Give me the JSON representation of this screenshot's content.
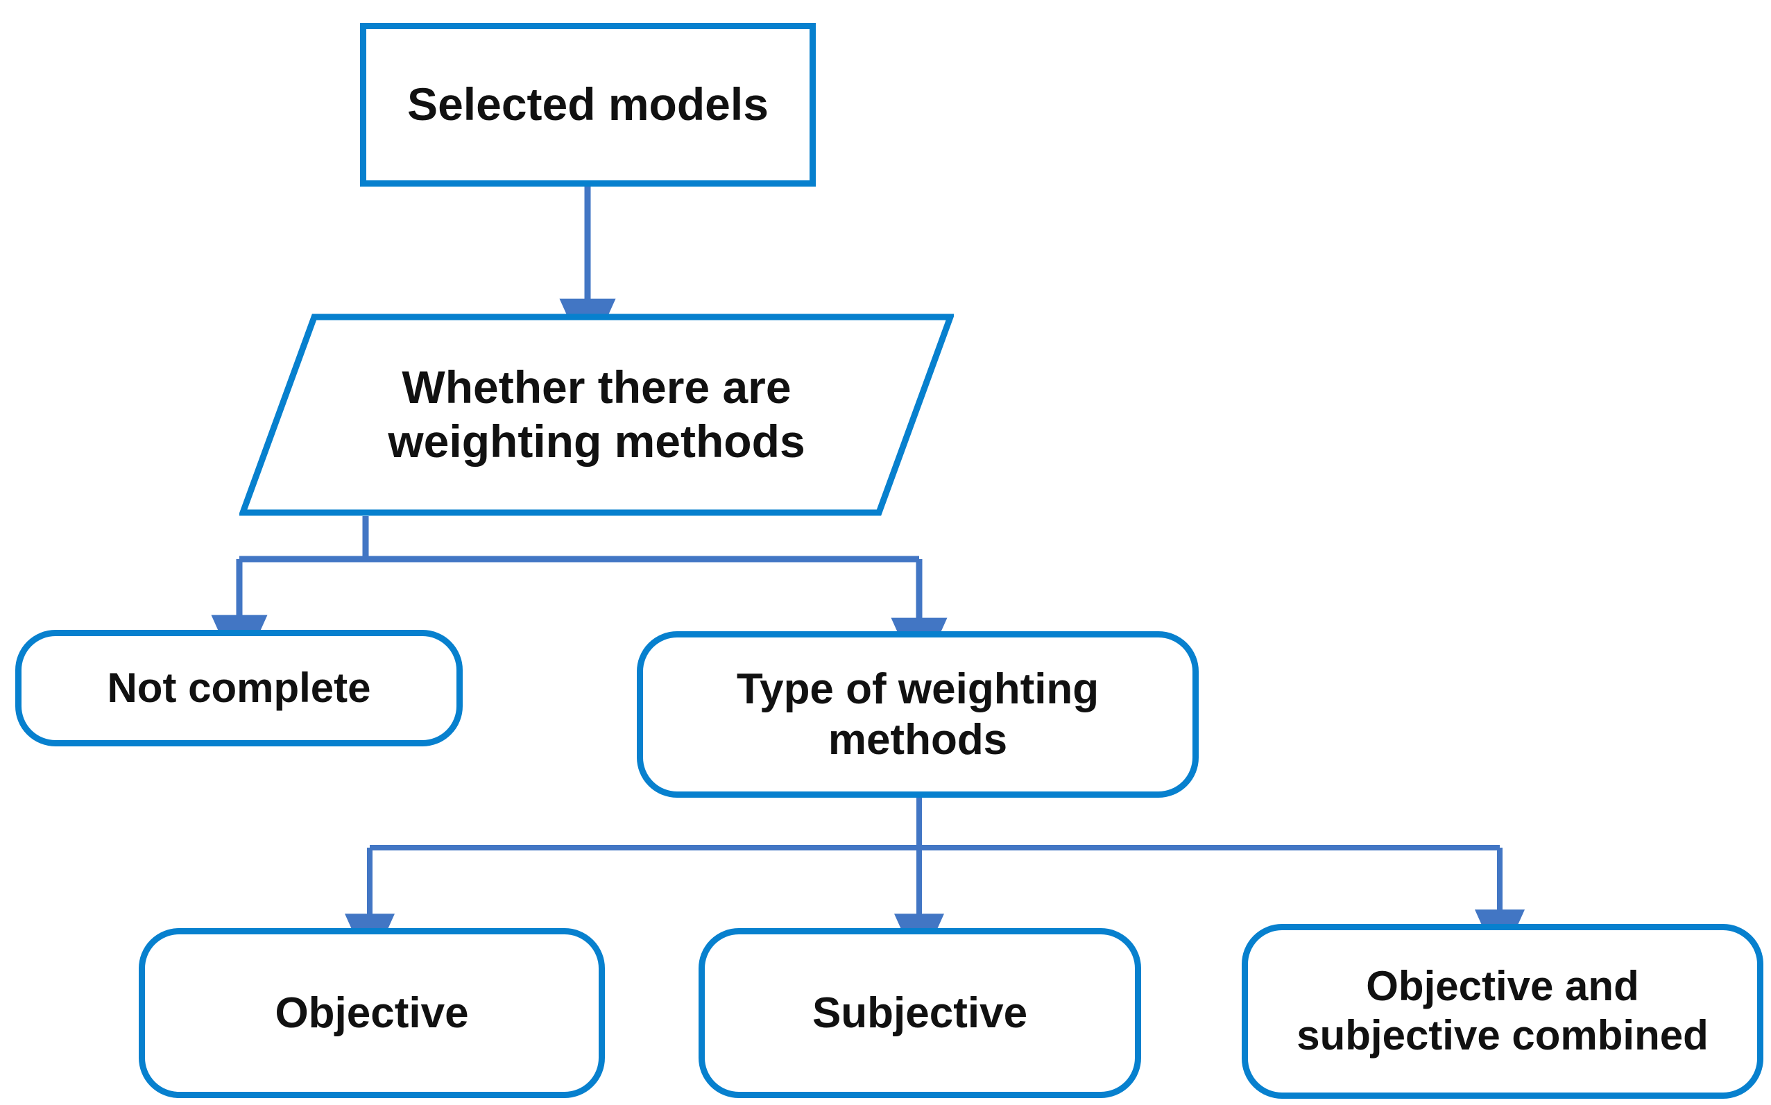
{
  "diagram": {
    "title": "Weighting methods classification flowchart",
    "colors": {
      "node_border": "#0780ce",
      "connector": "#4276c4",
      "node_fill": "#ffffff",
      "text": "#111111",
      "background": "#ffffff"
    },
    "nodes": [
      {
        "id": "selected-models",
        "label": "Selected models",
        "shape": "rectangle"
      },
      {
        "id": "whether-weighting",
        "label": "Whether there are\nweighting methods",
        "shape": "parallelogram"
      },
      {
        "id": "not-complete",
        "label": "Not complete",
        "shape": "stadium"
      },
      {
        "id": "type-of-weighting",
        "label": "Type of weighting\nmethods",
        "shape": "stadium"
      },
      {
        "id": "objective",
        "label": "Objective",
        "shape": "stadium"
      },
      {
        "id": "subjective",
        "label": "Subjective",
        "shape": "stadium"
      },
      {
        "id": "objective-subjective-combined",
        "label": "Objective and\nsubjective combined",
        "shape": "stadium"
      }
    ],
    "edges": [
      {
        "id": "edge-selected-to-whether",
        "from": "selected-models",
        "to": "whether-weighting",
        "style": "straight-arrow"
      },
      {
        "id": "edge-whether-to-not-complete",
        "from": "whether-weighting",
        "to": "not-complete",
        "style": "elbow-arrow"
      },
      {
        "id": "edge-whether-to-type",
        "from": "whether-weighting",
        "to": "type-of-weighting",
        "style": "elbow-arrow"
      },
      {
        "id": "edge-type-to-objective",
        "from": "type-of-weighting",
        "to": "objective",
        "style": "elbow-arrow"
      },
      {
        "id": "edge-type-to-subjective",
        "from": "type-of-weighting",
        "to": "subjective",
        "style": "straight-arrow"
      },
      {
        "id": "edge-type-to-combined",
        "from": "type-of-weighting",
        "to": "objective-subjective-combined",
        "style": "elbow-arrow"
      }
    ]
  }
}
